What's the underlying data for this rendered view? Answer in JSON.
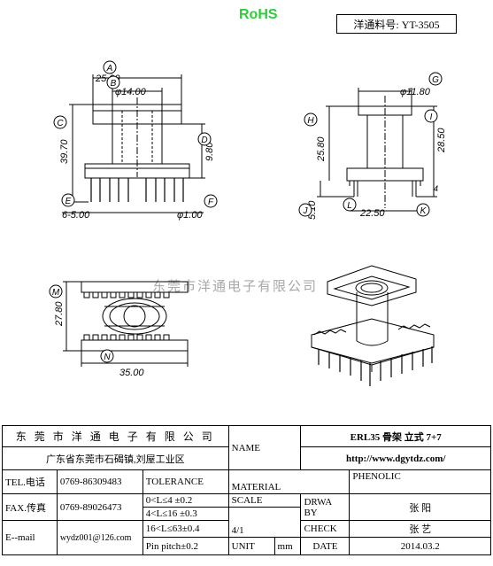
{
  "header": {
    "rohs": "RoHS",
    "part_label": "洋通料号: YT-3505"
  },
  "watermark": "东莞市洋通电子有限公司",
  "dimensions": {
    "A": "25.00",
    "B": "φ14.00",
    "C": "39.70",
    "D": "9.80",
    "E": "6-5.00",
    "F": "φ1.00",
    "G": "φ11.80",
    "H": "25.80",
    "I": "28.50",
    "J": "5.10",
    "K": "4",
    "L": "22.50",
    "M": "27.80",
    "N": "35.00"
  },
  "callouts": {
    "A": "A",
    "B": "B",
    "C": "C",
    "D": "D",
    "E": "E",
    "F": "F",
    "G": "G",
    "H": "H",
    "I": "I",
    "J": "J",
    "K": "K",
    "L": "L",
    "M": "M",
    "N": "N"
  },
  "title_block": {
    "company": "东 莞 市 洋 通 电 子 有 限 公 司",
    "address": "广东省东莞市石碣镇,刘屋工业区",
    "name_label": "NAME",
    "name_value": "ERL35 骨架 立式 7+7",
    "url": "http://www.dgytdz.com/",
    "tel_label": "TEL.电话",
    "tel_value": "0769-86309483",
    "fax_label": "FAX.传真",
    "fax_value": "0769-89026473",
    "email_label": "E--mail",
    "email_value": "wydz001@126.com",
    "tolerance_label": "TOLERANCE",
    "tol1": "0<L≤4   ±0.2",
    "tol2": "4<L≤16  ±0.3",
    "tol3": "16<L≤63±0.4",
    "tol4": "Pin pitch±0.2",
    "material_label": "MATERIAL",
    "material_value": "PHENOLIC",
    "scale_label": "SCALE",
    "scale_value": "4/1",
    "drawn_label": "DRWA BY",
    "drawn_value": "张 阳",
    "check_label": "CHECK",
    "check_value": "张 艺",
    "unit_label": "UNIT",
    "unit_value": "mm",
    "date_label": "DATE",
    "date_value": "2014.03.2"
  }
}
